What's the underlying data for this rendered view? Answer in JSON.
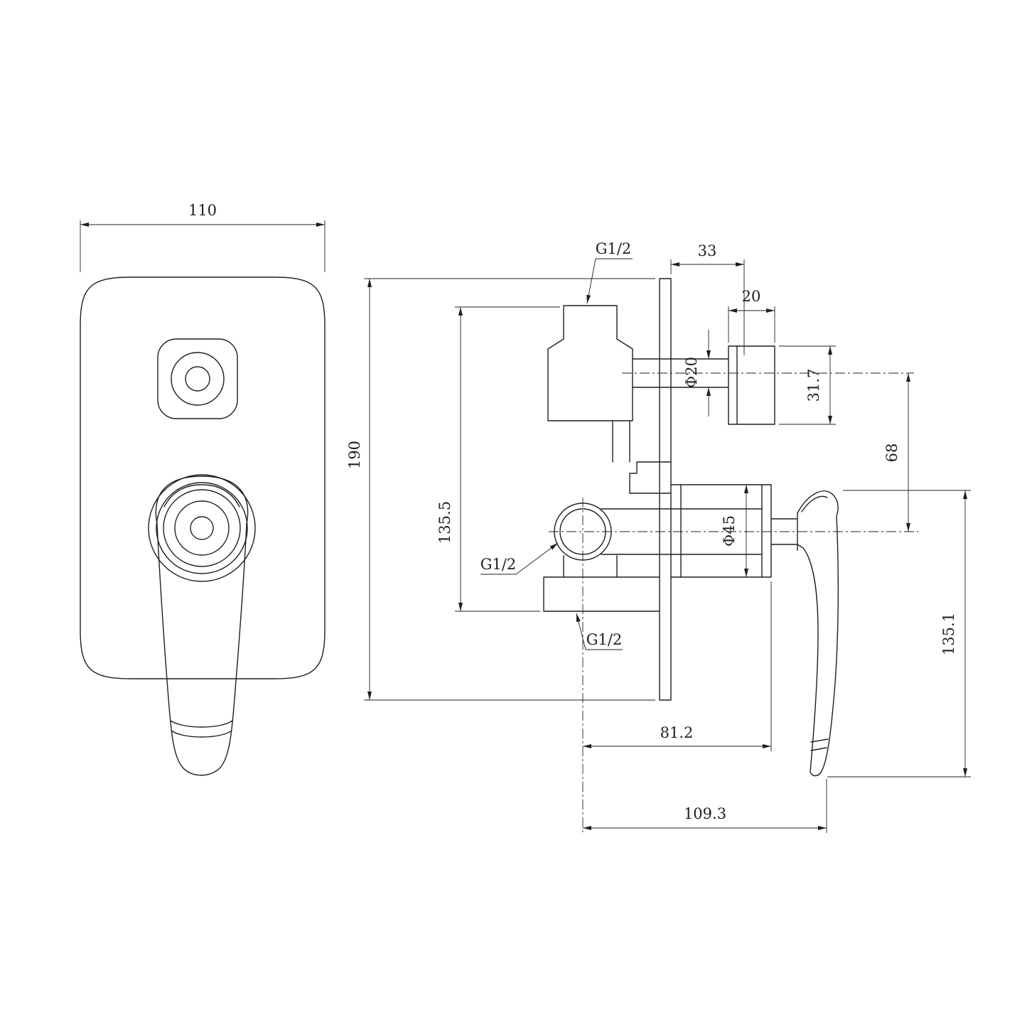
{
  "meta": {
    "background_color": "#ffffff",
    "line_color": "#1f1f1f",
    "drawing_type": "concealed shower mixer valve technical drawing"
  },
  "front_view": {
    "width_dim": "110"
  },
  "side_view": {
    "height_dim": "190",
    "body_height_dim": "135.5",
    "top_port_thread": "G1/2",
    "side_port_thread": "G1/2",
    "bottom_port_thread": "G1/2",
    "outlet_projection_dim": "33",
    "outlet_tip_len_dim": "20",
    "outlet_pipe_dia_dim": "Φ20",
    "outlet_body_dim": "31.7",
    "centers_spacing_dim": "68",
    "trim_sleeve_dia_dim": "Φ45",
    "handle_length_dim": "135.1",
    "sleeve_projection_dim": "81.2",
    "overall_projection_dim": "109.3"
  }
}
